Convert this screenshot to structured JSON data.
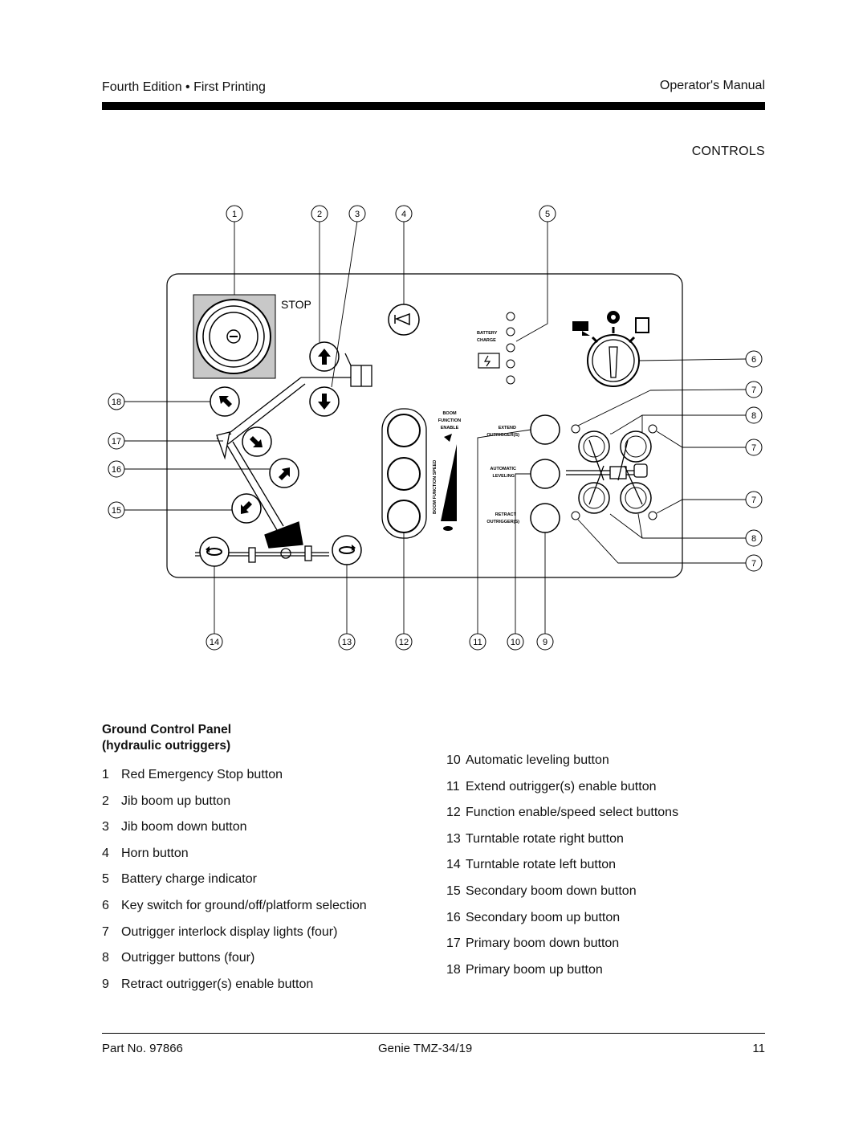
{
  "header": {
    "edition": "Fourth Edition • First Printing",
    "manual": "Operator's Manual",
    "section": "CONTROLS"
  },
  "panel": {
    "stop_label": "STOP",
    "battery_label_1": "BATTERY",
    "battery_label_2": "CHARGE",
    "boom_label_1": "BOOM",
    "boom_label_2": "FUNCTION",
    "boom_label_3": "ENABLE",
    "speed_label": "BOOM FUNCTION SPEED",
    "extend_label_1": "EXTEND",
    "extend_label_2": "OUTRIGGER(S)",
    "auto_label_1": "AUTOMATIC",
    "auto_label_2": "LEVELING",
    "retract_label_1": "RETRACT",
    "retract_label_2": "OUTRIGGER(S)",
    "callouts": [
      "1",
      "2",
      "3",
      "4",
      "5",
      "6",
      "7",
      "8",
      "7",
      "7",
      "8",
      "7",
      "9",
      "10",
      "11",
      "12",
      "13",
      "14",
      "15",
      "16",
      "17",
      "18"
    ]
  },
  "caption": {
    "line1": "Ground Control Panel",
    "line2": "(hydraulic outriggers)"
  },
  "legend_left": [
    {
      "num": "1",
      "text": "Red Emergency Stop button"
    },
    {
      "num": "2",
      "text": "Jib boom up button"
    },
    {
      "num": "3",
      "text": "Jib boom down button"
    },
    {
      "num": "4",
      "text": "Horn button"
    },
    {
      "num": "5",
      "text": "Battery charge indicator"
    },
    {
      "num": "6",
      "text": "Key switch for ground/off/platform selection"
    },
    {
      "num": "7",
      "text": "Outrigger interlock display lights (four)"
    },
    {
      "num": "8",
      "text": "Outrigger buttons (four)"
    },
    {
      "num": "9",
      "text": "Retract outrigger(s) enable button"
    }
  ],
  "legend_right": [
    {
      "num": "10",
      "text": "Automatic leveling button"
    },
    {
      "num": "11",
      "text": "Extend outrigger(s) enable button"
    },
    {
      "num": "12",
      "text": "Function enable/speed select buttons"
    },
    {
      "num": "13",
      "text": "Turntable rotate right button"
    },
    {
      "num": "14",
      "text": "Turntable rotate left button"
    },
    {
      "num": "15",
      "text": "Secondary boom down button"
    },
    {
      "num": "16",
      "text": "Secondary boom up button"
    },
    {
      "num": "17",
      "text": "Primary boom down button"
    },
    {
      "num": "18",
      "text": "Primary boom up button"
    }
  ],
  "footer": {
    "part": "Part No. 97866",
    "model": "Genie TMZ-34/19",
    "page": "11"
  }
}
